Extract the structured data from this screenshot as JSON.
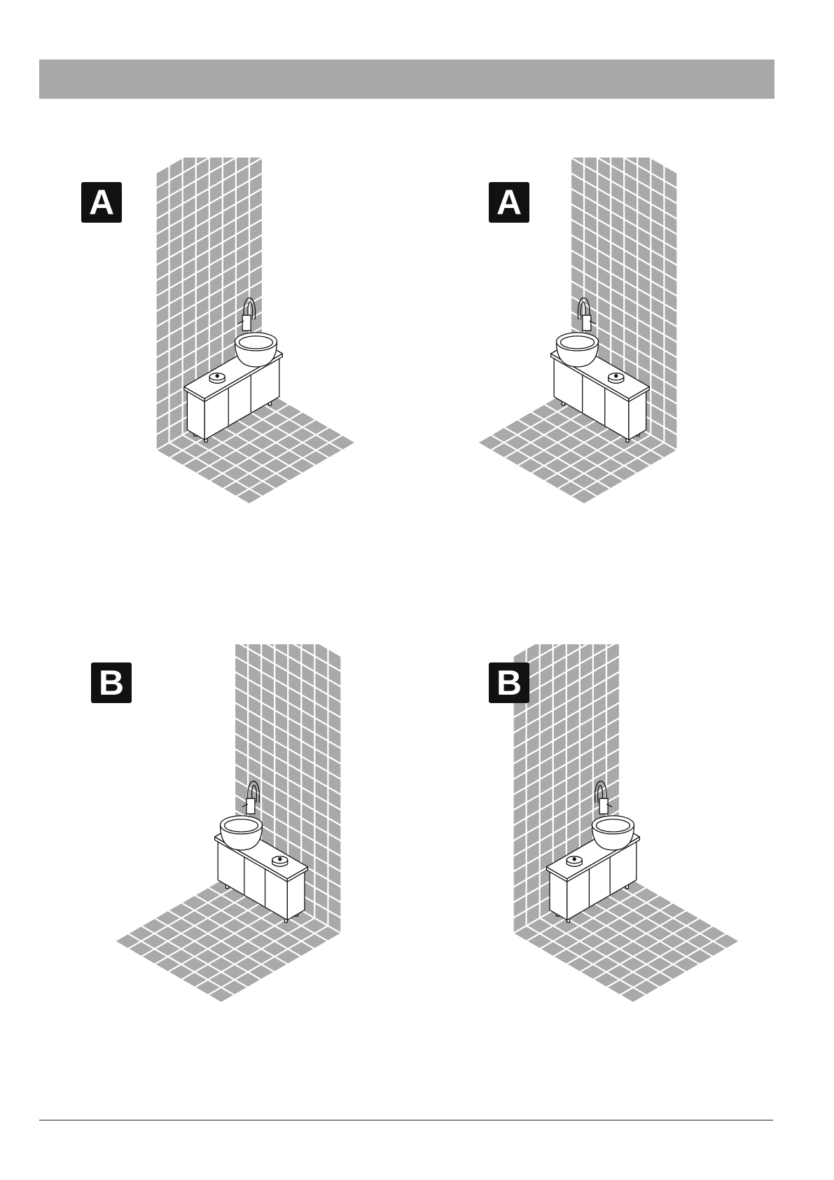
{
  "panels": [
    {
      "label": "A",
      "mirror": false,
      "layout": "A"
    },
    {
      "label": "A",
      "mirror": true,
      "layout": "A"
    },
    {
      "label": "B",
      "mirror": false,
      "layout": "B"
    },
    {
      "label": "B",
      "mirror": true,
      "layout": "B"
    }
  ],
  "colors": {
    "header": "#a8a8a9",
    "tile": "#a9a9aa",
    "line": "#111111",
    "badge": "#111111"
  }
}
